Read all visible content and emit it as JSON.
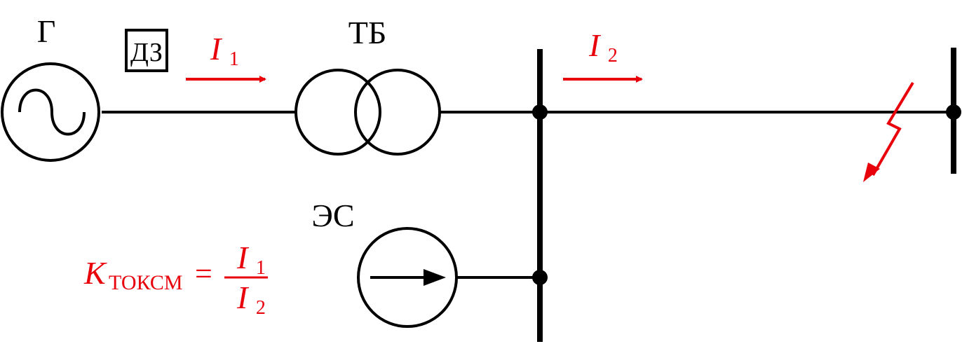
{
  "colors": {
    "line": "#000000",
    "accent": "#e8000b",
    "background": "#ffffff"
  },
  "labels": {
    "generator": "Г",
    "protection": "ДЗ",
    "transformer": "ТБ",
    "system": "ЭС",
    "current1_symbol": "I",
    "current1_sub": "1",
    "current2_symbol": "I",
    "current2_sub": "2"
  },
  "formula": {
    "k_symbol": "K",
    "k_subscript": "ТОКСМ",
    "equals": "=",
    "numerator_symbol": "I",
    "numerator_sub": "1",
    "denominator_symbol": "I",
    "denominator_sub": "2"
  },
  "icons": {
    "generator": "ac-generator-icon",
    "transformer": "two-winding-transformer-icon",
    "system": "power-system-source-icon",
    "fault": "short-circuit-lightning-icon",
    "current_arrow": "current-direction-arrow-icon"
  }
}
